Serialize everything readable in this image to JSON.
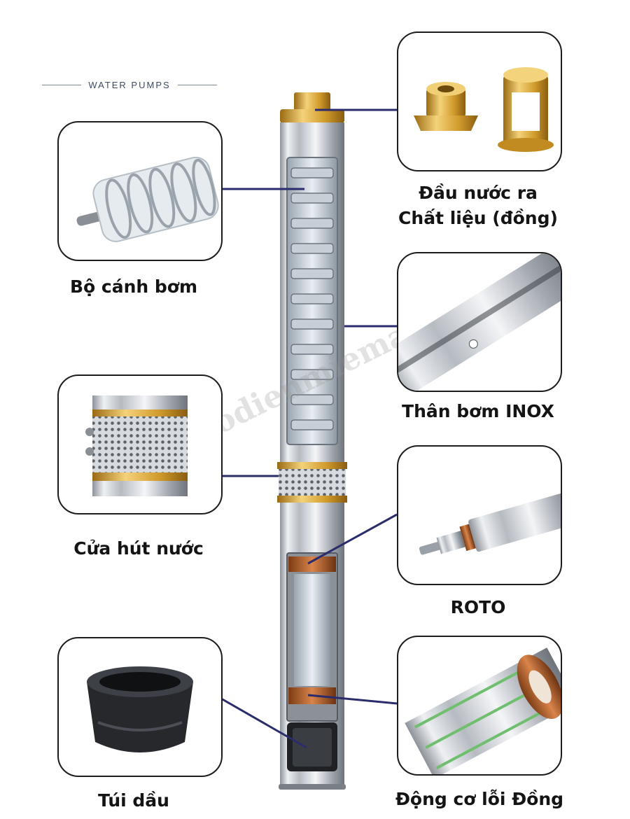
{
  "brand": {
    "text": "WATER PUMPS"
  },
  "watermark": {
    "text": "Codienmiemau.com"
  },
  "colors": {
    "leader_line": "#2b2c6b",
    "brass": "#d9a32e",
    "steel": "#c9ccd1",
    "copper": "#b8652d"
  },
  "parts": [
    {
      "id": "impeller",
      "label": "Bộ cánh bơm",
      "icon": "impeller-stack-icon"
    },
    {
      "id": "outlet",
      "label_lines": [
        "Đầu nước ra",
        "Chất liệu (đồng)"
      ],
      "icon": "brass-outlet-icon"
    },
    {
      "id": "body",
      "label": "Thân bơm INOX",
      "icon": "steel-tube-icon"
    },
    {
      "id": "inlet",
      "label": "Cửa hút nước",
      "icon": "intake-mesh-icon"
    },
    {
      "id": "rotor",
      "label": "ROTO",
      "icon": "rotor-shaft-icon"
    },
    {
      "id": "oil",
      "label": "Túi dầu",
      "icon": "oil-bag-icon"
    },
    {
      "id": "motor",
      "label": "Động cơ lỗi Đồng",
      "icon": "copper-stator-icon"
    }
  ]
}
